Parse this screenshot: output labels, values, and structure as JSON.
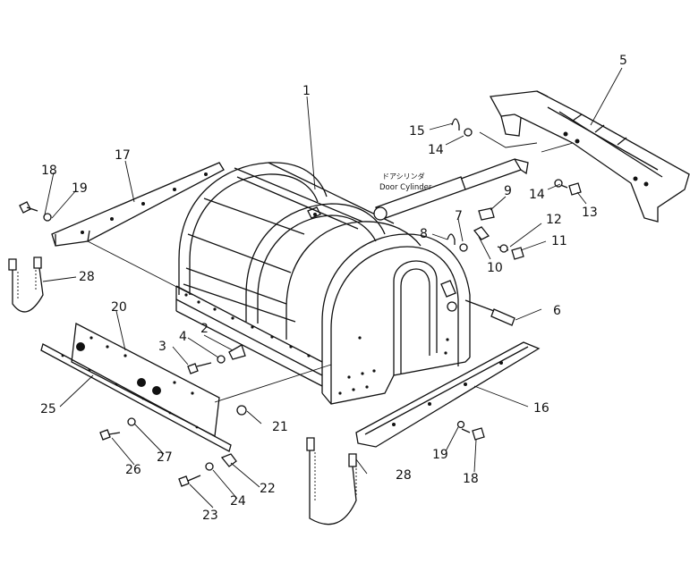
{
  "annotation": {
    "japanese": "ドアシリンダ",
    "english": "Door Cylinder"
  },
  "callouts": {
    "c1": "1",
    "c2": "2",
    "c3": "3",
    "c4": "4",
    "c5": "5",
    "c6": "6",
    "c7": "7",
    "c8": "8",
    "c9": "9",
    "c10": "10",
    "c11": "11",
    "c12": "12",
    "c13": "13",
    "c14a": "14",
    "c14b": "14",
    "c15": "15",
    "c16": "16",
    "c17": "17",
    "c18a": "18",
    "c18b": "18",
    "c19a": "19",
    "c19b": "19",
    "c20": "20",
    "c21": "21",
    "c22": "22",
    "c23": "23",
    "c24": "24",
    "c25": "25",
    "c26": "26",
    "c27": "27",
    "c28a": "28",
    "c28b": "28"
  }
}
